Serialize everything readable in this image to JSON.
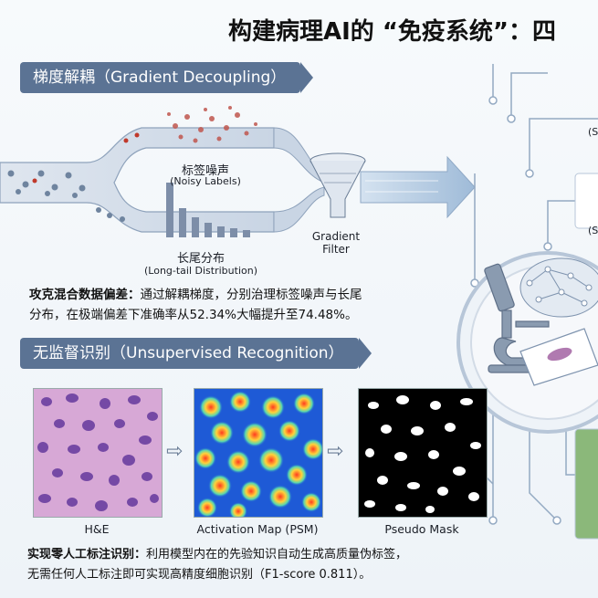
{
  "title": "构建病理AI的 “免疫系统”：四",
  "section1": {
    "header": "梯度解耦（Gradient Decoupling）",
    "noisy_cn": "标签噪声",
    "noisy_en": "(Noisy Labels)",
    "longtail_cn": "长尾分布",
    "longtail_en": "(Long-tail Distribution)",
    "filter_label": "Gradient\nFilter",
    "desc_bold": "攻克混合数据偏差：",
    "desc_text1": "通过解耦梯度，分别治理标签噪声与长尾",
    "desc_text2": "分布，在极端偏差下准确率从52.34%大幅提升至74.48%。"
  },
  "section2": {
    "header": "无监督识别（Unsupervised Recognition）",
    "panels": [
      {
        "caption": "H&E"
      },
      {
        "caption": "Activation Map (PSM)"
      },
      {
        "caption": "Pseudo Mask"
      }
    ],
    "desc_bold": "实现零人工标注识别：",
    "desc_text1": "利用模型内在的先验知识自动生成高质量伪标签，",
    "desc_text2": "无需任何人工标注即可实现高精度细胞识别（F1-score 0.811）。"
  },
  "right_partial": {
    "label_top": "(S",
    "label_mid": "(S"
  },
  "colors": {
    "header_bg": "#5b7394",
    "he_bg": "#d7a8d6",
    "he_nucleus": "#6b3fa0",
    "heat_bg": "#1e5ad6",
    "mask_bg": "#000000"
  }
}
